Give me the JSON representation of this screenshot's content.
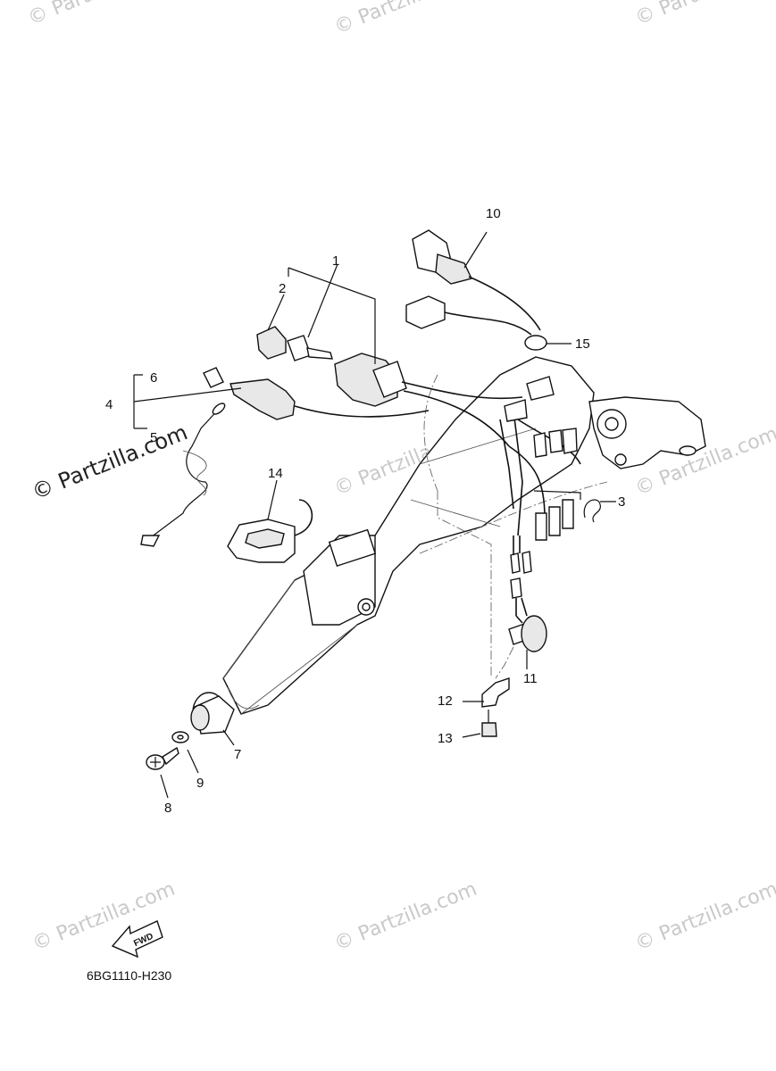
{
  "watermark": "© Partzilla.com",
  "diagram_code": "6BG1110-H230",
  "fwd_label": "FWD",
  "callouts": [
    "1",
    "2",
    "3",
    "4",
    "5",
    "6",
    "7",
    "8",
    "9",
    "10",
    "11",
    "12",
    "13",
    "14",
    "15"
  ]
}
